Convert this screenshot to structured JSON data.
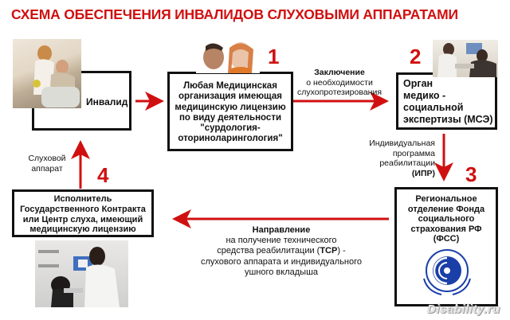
{
  "title": "СХЕМА ОБЕСПЕЧЕНИЯ ИНВАЛИДОВ СЛУХОВЫМИ АППАРАТАМИ",
  "colors": {
    "accent": "#d01010",
    "border": "#111111",
    "logo_blue": "#1a3fa8"
  },
  "nodes": {
    "invalid": {
      "label": "Инвалид"
    },
    "med_org": {
      "number": "1",
      "lines": [
        "Любая Медицинская",
        "организация имеющая",
        "медицинскую лицензию",
        "по виду деятельности",
        "\"сурдология-",
        "оториноларингология\""
      ]
    },
    "mse": {
      "number": "2",
      "lines": [
        "Орган",
        "медико -",
        "социальной",
        "экспертизы (МСЭ)"
      ]
    },
    "fss": {
      "number": "3",
      "lines": [
        "Региональное",
        "отделение Фонда",
        "социального",
        "страхования РФ",
        "(ФСС)"
      ],
      "logo_icon": "fss-emblem-icon"
    },
    "executor": {
      "number": "4",
      "lines": [
        "Исполнитель",
        "Государственного Контракта",
        "или Центр слуха, имеющий",
        "медицинскую лицензию"
      ]
    }
  },
  "edges": {
    "med_to_mse": {
      "bold": "Заключение",
      "lines": [
        "о необходимости",
        "слухопротезирования"
      ]
    },
    "mse_to_fss": {
      "lines": [
        "Индивидуальная",
        "программа",
        "реабилитации"
      ],
      "bold": "(ИПР)"
    },
    "fss_to_exec": {
      "bold": "Направление",
      "line1": "на  получение технического",
      "line2_pre": "средства реабилитации (",
      "line2_bold": "ТСР",
      "line2_post": ") -",
      "line3": "слухового аппарата и индивидуального",
      "line4": "ушного вкладыша"
    },
    "exec_to_invalid": {
      "lines": [
        "Слуховой",
        "аппарат"
      ]
    }
  },
  "watermark": "Disability.ru"
}
